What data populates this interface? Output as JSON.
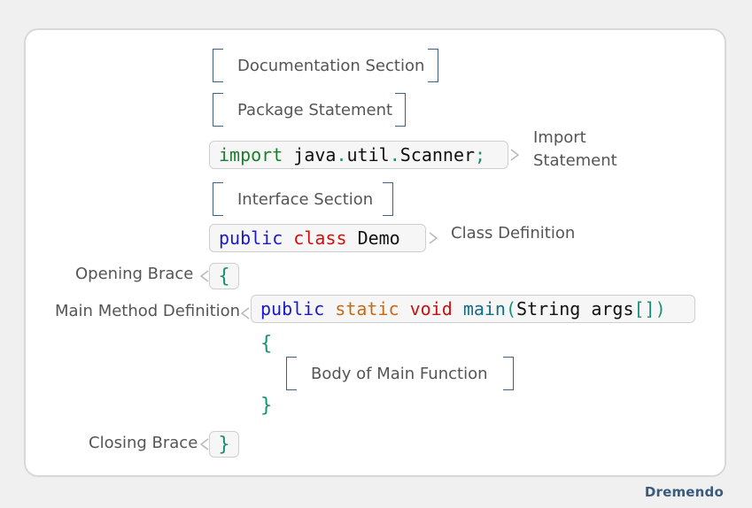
{
  "sections": {
    "documentation": "Documentation Section",
    "package": "Package Statement",
    "interface": "Interface Section",
    "main_body": "Body of Main Function"
  },
  "import_line": {
    "keyword": "import",
    "path_a": "java",
    "dot1": ".",
    "path_b": "util",
    "dot2": ".",
    "path_c": "Scanner",
    "semicolon": ";",
    "label_line1": "Import",
    "label_line2": "Statement"
  },
  "class_line": {
    "kw_public": "public",
    "kw_class": "class",
    "name": "Demo",
    "label": "Class Definition"
  },
  "opening_brace": {
    "symbol": "{",
    "label": "Opening Brace"
  },
  "main_method": {
    "kw_public": "public",
    "kw_static": "static",
    "kw_void": "void",
    "name": "main",
    "open_paren": "(",
    "param_type": "String",
    "param_name": "args",
    "brackets": "[]",
    "close_paren": ")",
    "label": "Main Method Definition"
  },
  "inner_open": "{",
  "inner_close": "}",
  "closing_brace": {
    "symbol": "}",
    "label": "Closing Brace"
  },
  "brand": "Dremendo"
}
